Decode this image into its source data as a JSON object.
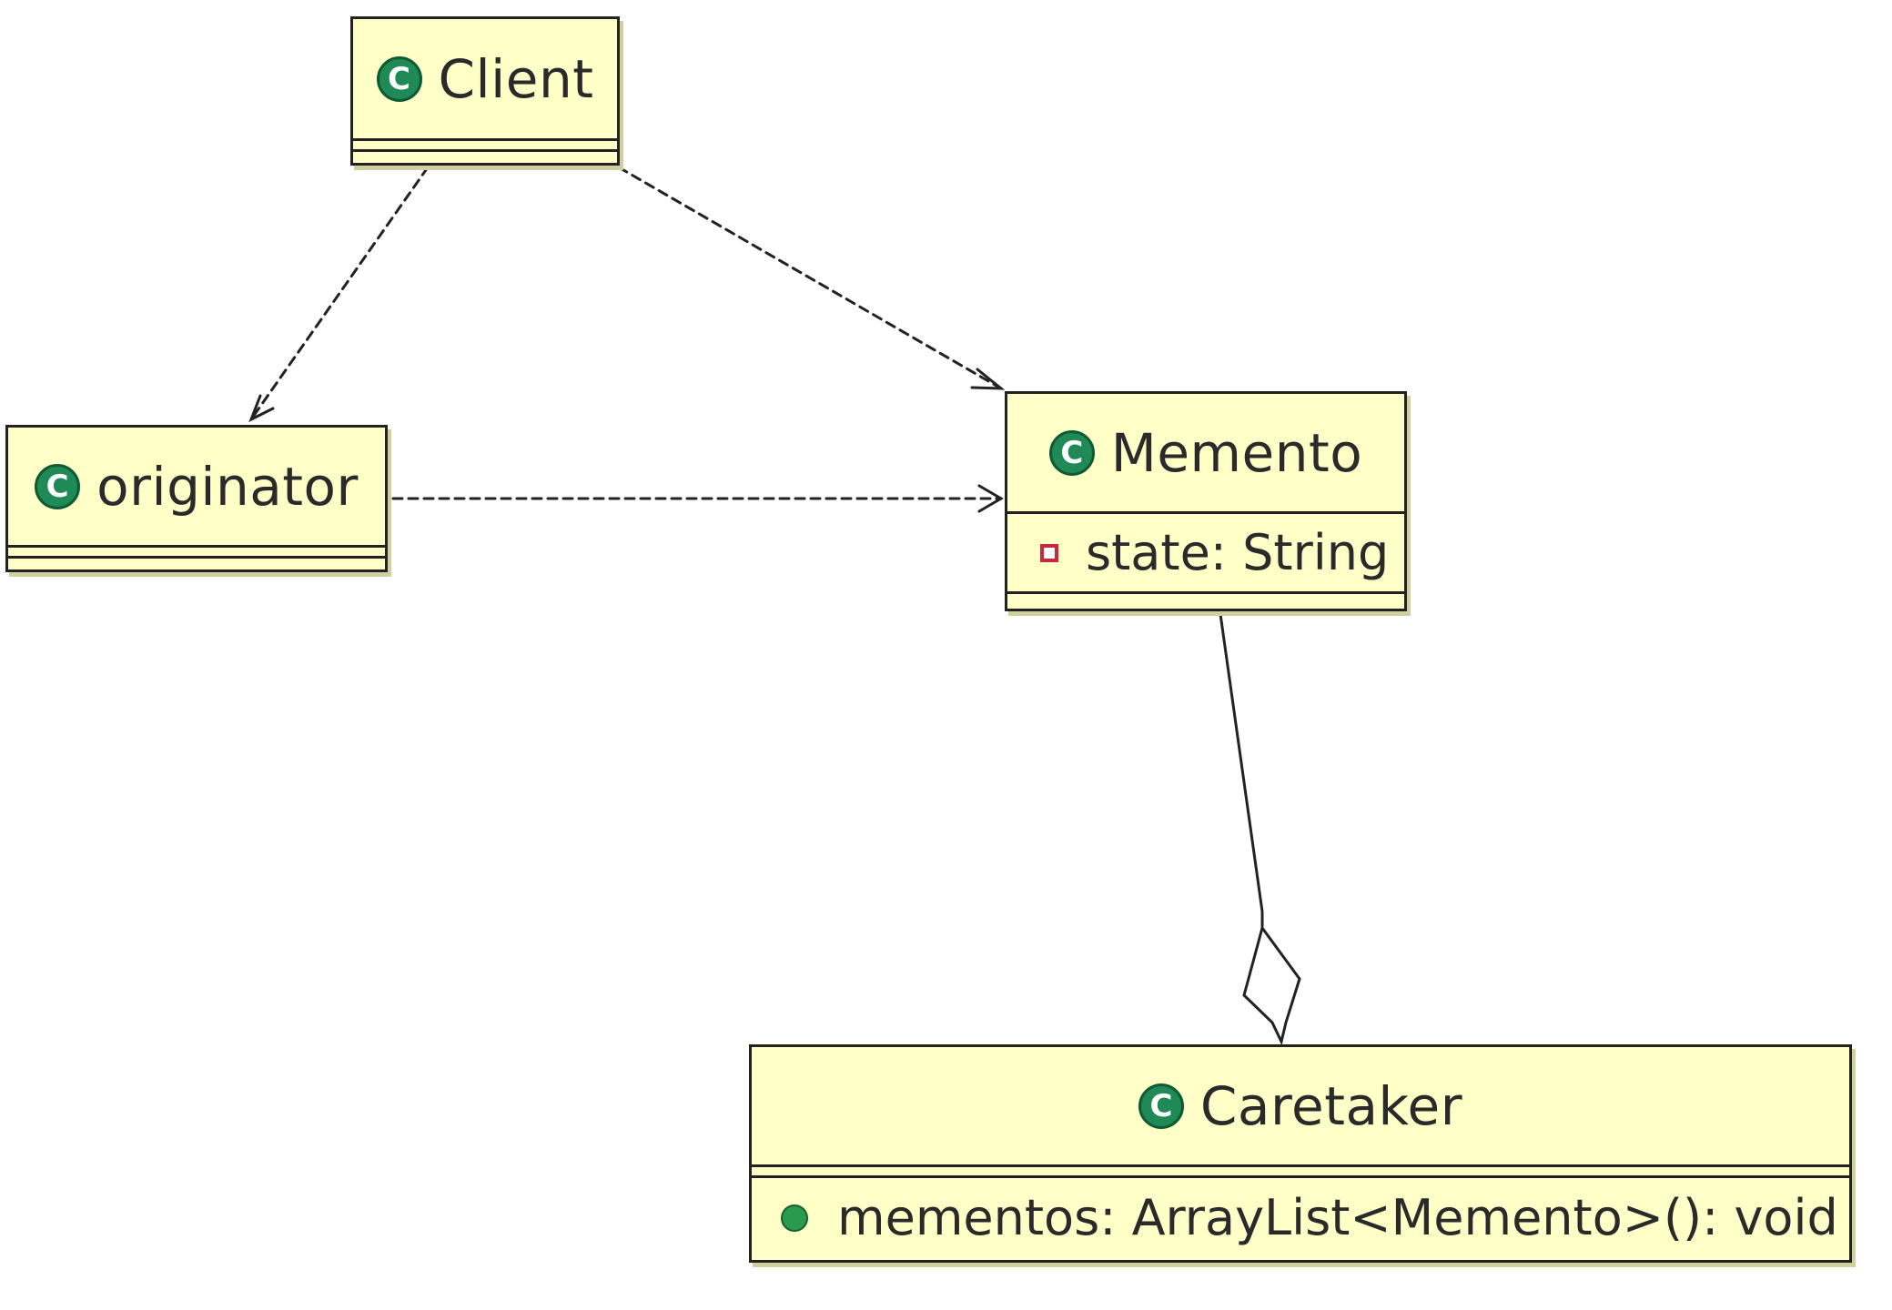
{
  "diagram": {
    "classes": {
      "client": {
        "name": "Client",
        "icon": "class-icon"
      },
      "originator": {
        "name": "originator",
        "icon": "class-icon"
      },
      "memento": {
        "name": "Memento",
        "icon": "class-icon",
        "attributes": [
          {
            "text": "state: String",
            "visibility_icon": "private-field-icon"
          }
        ]
      },
      "caretaker": {
        "name": "Caretaker",
        "icon": "class-icon",
        "members": [
          {
            "text": "mementos: ArrayList<Memento>(): void",
            "visibility_icon": "public-method-icon"
          }
        ]
      }
    },
    "relations": [
      {
        "from": "Client",
        "to": "originator",
        "kind": "dependency"
      },
      {
        "from": "Client",
        "to": "Memento",
        "kind": "dependency"
      },
      {
        "from": "originator",
        "to": "Memento",
        "kind": "dependency"
      },
      {
        "from": "Caretaker",
        "to": "Memento",
        "kind": "aggregation"
      }
    ],
    "colors": {
      "class_fill": "#ffffc8",
      "class_icon": "#1f8a55",
      "private_icon": "#c8283a",
      "public_icon": "#2a9a4e",
      "line": "#222222"
    }
  }
}
